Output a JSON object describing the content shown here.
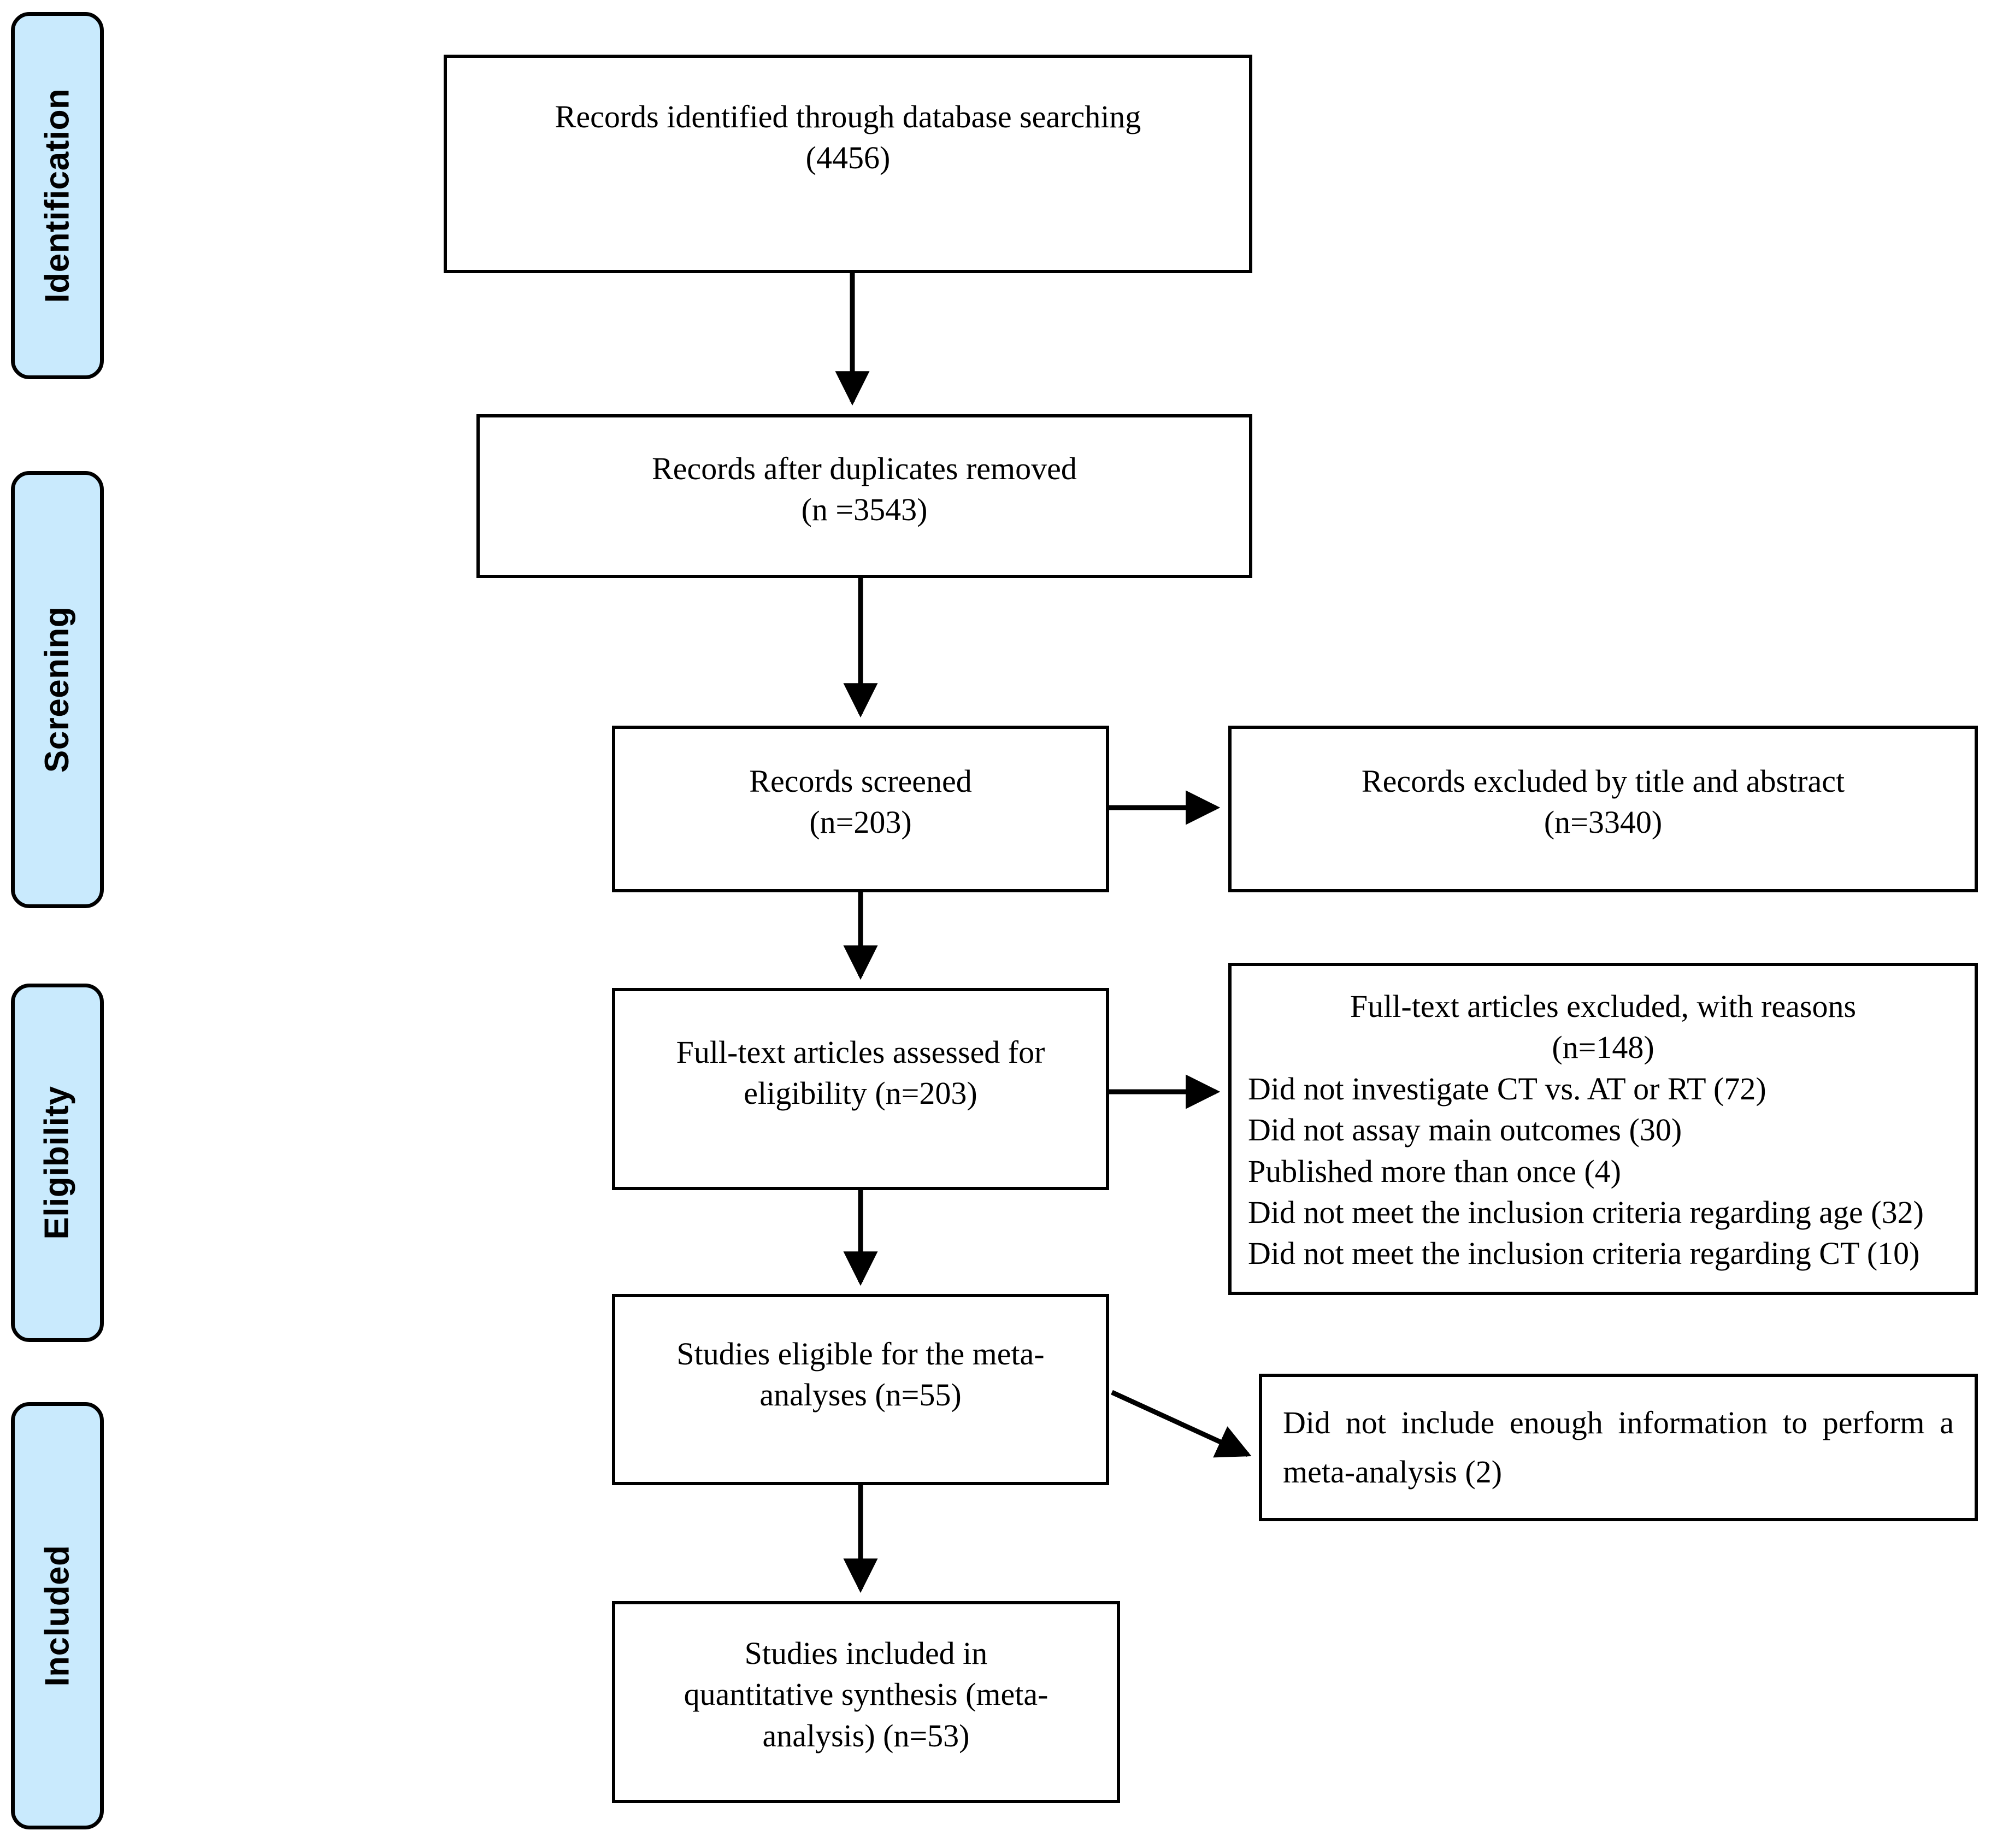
{
  "diagram": {
    "type": "prisma-flow-diagram",
    "accent_color": "#C9EAFD",
    "line_color": "#000000",
    "background": "#FFFFFF"
  },
  "stages": [
    {
      "id": "identification",
      "label": "Identification"
    },
    {
      "id": "screening",
      "label": "Screening"
    },
    {
      "id": "eligibility",
      "label": "Eligibility"
    },
    {
      "id": "included",
      "label": "Included"
    }
  ],
  "boxes": {
    "identified": {
      "line1": "Records identified through database searching",
      "line2": "(4456)",
      "text": "Records identified through database searching\n(4456)"
    },
    "duplicates_removed": {
      "line1": "Records after duplicates removed",
      "line2": "(n =3543)",
      "text": "Records after duplicates removed\n(n =3543)"
    },
    "records_screened": {
      "line1": "Records screened",
      "line2": "(n=203)",
      "text": "Records screened\n(n=203)"
    },
    "records_excluded": {
      "line1": "Records excluded by title and abstract",
      "line2": "(n=3340)",
      "text": "Records excluded by title and abstract\n(n=3340)"
    },
    "fulltext_assessed": {
      "line1": "Full-text articles assessed for",
      "line2": "eligibility (n=203)",
      "text": "Full-text articles assessed for\neligibility (n=203)"
    },
    "fulltext_excluded": {
      "heading": "Full-text articles excluded, with reasons\n(n=148)",
      "reasons": [
        "Did not investigate CT vs. AT or RT (72)",
        "Did not assay main outcomes (30)",
        "Published more than once (4)",
        "Did not meet the inclusion criteria regarding age (32)",
        "Did not meet the inclusion criteria regarding CT (10)"
      ],
      "reasons_text": "Did not investigate CT vs. AT or RT (72)\nDid not assay main outcomes (30)\nPublished more than once (4)\nDid not meet the inclusion criteria regarding age (32)\nDid not meet the inclusion criteria regarding CT (10)"
    },
    "studies_eligible": {
      "line1": "Studies eligible for the meta-",
      "line2": "analyses (n=55)",
      "text": "Studies eligible for the meta-\nanalyses (n=55)"
    },
    "not_enough_info": {
      "text": "Did not include enough information to perform a meta-analysis (2)"
    },
    "studies_included": {
      "line1": "Studies included in",
      "line2": "quantitative synthesis (meta-",
      "line3": "analysis) (n=53)",
      "text": "Studies included in\nquantitative synthesis (meta-\nanalysis) (n=53)"
    }
  },
  "chart_data": {
    "type": "diagram",
    "title": "PRISMA flow diagram",
    "nodes": [
      {
        "id": "identified",
        "stage": "Identification",
        "label": "Records identified through database searching",
        "n": 4456
      },
      {
        "id": "duplicates_removed",
        "stage": "Screening",
        "label": "Records after duplicates removed",
        "n": 3543
      },
      {
        "id": "records_screened",
        "stage": "Screening",
        "label": "Records screened",
        "n": 203
      },
      {
        "id": "records_excluded",
        "stage": "Screening",
        "label": "Records excluded by title and abstract",
        "n": 3340
      },
      {
        "id": "fulltext_assessed",
        "stage": "Eligibility",
        "label": "Full-text articles assessed for eligibility",
        "n": 203
      },
      {
        "id": "fulltext_excluded",
        "stage": "Eligibility",
        "label": "Full-text articles excluded, with reasons",
        "n": 148
      },
      {
        "id": "studies_eligible",
        "stage": "Eligibility",
        "label": "Studies eligible for the meta-analyses",
        "n": 55
      },
      {
        "id": "not_enough_info",
        "stage": "Included",
        "label": "Did not include enough information to perform a meta-analysis",
        "n": 2
      },
      {
        "id": "studies_included",
        "stage": "Included",
        "label": "Studies included in quantitative synthesis (meta-analysis)",
        "n": 53
      }
    ],
    "exclusion_reasons": [
      {
        "reason": "Did not investigate CT vs. AT or RT",
        "n": 72
      },
      {
        "reason": "Did not assay main outcomes",
        "n": 30
      },
      {
        "reason": "Published more than once",
        "n": 4
      },
      {
        "reason": "Did not meet the inclusion criteria regarding age",
        "n": 32
      },
      {
        "reason": "Did not meet the inclusion criteria regarding CT",
        "n": 10
      }
    ],
    "edges": [
      {
        "from": "identified",
        "to": "duplicates_removed",
        "direction": "down"
      },
      {
        "from": "duplicates_removed",
        "to": "records_screened",
        "direction": "down"
      },
      {
        "from": "records_screened",
        "to": "records_excluded",
        "direction": "right"
      },
      {
        "from": "records_screened",
        "to": "fulltext_assessed",
        "direction": "down"
      },
      {
        "from": "fulltext_assessed",
        "to": "fulltext_excluded",
        "direction": "right"
      },
      {
        "from": "fulltext_assessed",
        "to": "studies_eligible",
        "direction": "down"
      },
      {
        "from": "studies_eligible",
        "to": "not_enough_info",
        "direction": "diagonal"
      },
      {
        "from": "studies_eligible",
        "to": "studies_included",
        "direction": "down"
      }
    ]
  }
}
